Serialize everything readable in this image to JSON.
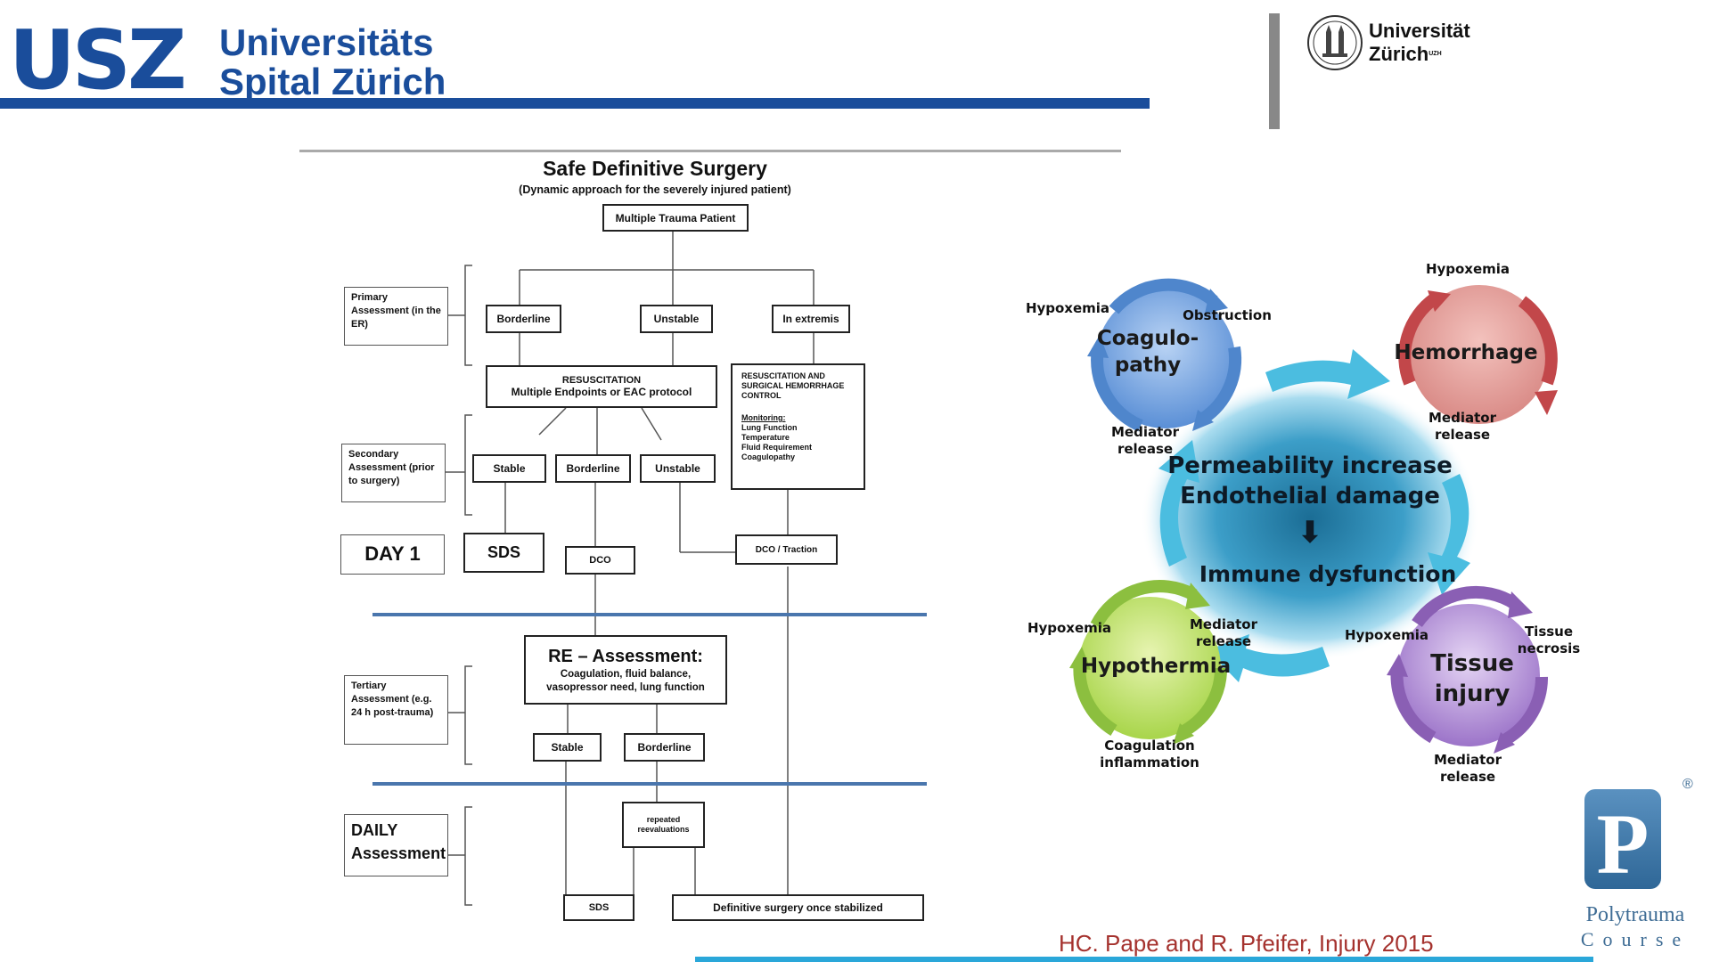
{
  "header": {
    "usz_logo": "USZ",
    "usz_name_line1": "Universitäts",
    "usz_name_line2": "Spital Zürich",
    "uzh_name_line1": "Universität",
    "uzh_name_line2": "Zürich",
    "uzh_sup": "UZH"
  },
  "flowchart": {
    "title": "Safe Definitive Surgery",
    "subtitle": "(Dynamic approach  for the severely injured patient)",
    "patient_box": "Multiple Trauma Patient",
    "primary_label": "Primary Assessment (in the ER)",
    "borderline": "Borderline",
    "unstable": "Unstable",
    "in_extremis": "In extremis",
    "resuscitation_title": "RESUSCITATION",
    "resuscitation_sub": "Multiple Endpoints or EAC protocol",
    "resus_hemorrhage": "RESUSCITATION AND SURGICAL HEMORRHAGE CONTROL",
    "monitoring_title": "Monitoring:",
    "monitoring_items": [
      "Lung Function",
      "Temperature",
      "Fluid Requirement",
      "Coagulopathy"
    ],
    "secondary_label": "Secondary Assessment (prior to surgery)",
    "stable": "Stable",
    "borderline_2": "Borderline",
    "unstable_2": "Unstable",
    "day1_label": "DAY 1",
    "sds": "SDS",
    "dco": "DCO",
    "dco_traction": "DCO / Traction",
    "reassessment_title": "RE – Assessment:",
    "reassessment_sub": "Coagulation, fluid balance, vasopressor need, lung function",
    "tertiary_label": "Tertiary Assessment (e.g. 24 h post-trauma)",
    "stable_3": "Stable",
    "borderline_3": "Borderline",
    "daily_label_line1": "DAILY",
    "daily_label_line2": "Assessment",
    "repeated": "repeated reevaluations",
    "sds_final": "SDS",
    "definitive": "Definitive surgery once stabilized"
  },
  "cycle": {
    "center_line1": "Permeability increase",
    "center_line2": "Endothelial damage",
    "center_arrow": "⬇",
    "center_line3": "Immune dysfunction",
    "coag_line1": "Coagulo-",
    "coag_line2": "pathy",
    "coag_hypoxemia": "Hypoxemia",
    "coag_obstruction": "Obstruction",
    "coag_mediator": "Mediator release",
    "hem": "Hemorrhage",
    "hem_hypoxemia": "Hypoxemia",
    "hem_mediator": "Mediator release",
    "hypo": "Hypothermia",
    "hypo_hypoxemia": "Hypoxemia",
    "hypo_mediator": "Mediator release",
    "hypo_coag": "Coagulation inflammation",
    "tissue_line1": "Tissue",
    "tissue_line2": "injury",
    "tissue_hypoxemia": "Hypoxemia",
    "tissue_necrosis": "Tissue necrosis",
    "tissue_mediator": "Mediator release",
    "colors": {
      "coag": "#4f86cc",
      "hem": "#c2474a",
      "hypo": "#8cbf3f",
      "tissue": "#8a5fb4",
      "arrow": "#4bbde0"
    }
  },
  "citation": "HC. Pape and R. Pfeifer, Injury 2015",
  "course": {
    "letter": "P",
    "registered": "®",
    "name_line1": "Polytrauma",
    "name_line2": "Course"
  }
}
